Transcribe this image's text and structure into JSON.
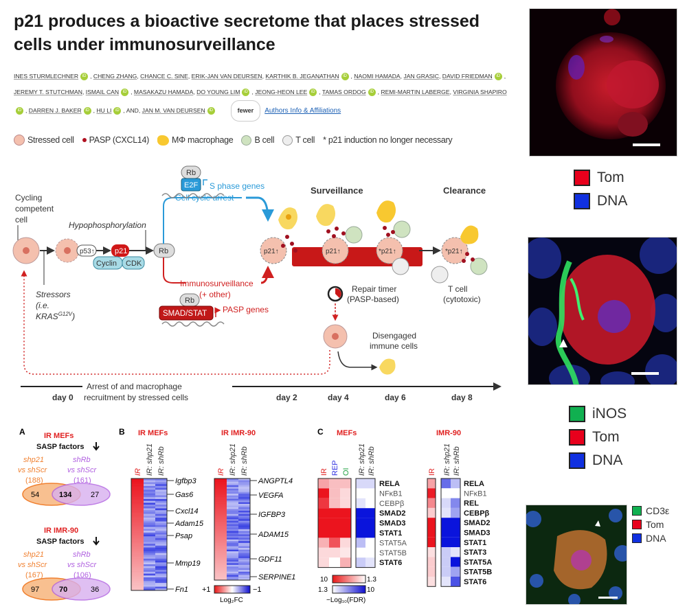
{
  "article": {
    "title": "p21 produces a bioactive secretome that places stressed cells under immunosurveillance",
    "authors_line1": [
      "INES STURMLECHNER",
      "CHENG ZHANG",
      "CHANCE C. SINE",
      "ERIK-JAN VAN DEURSEN",
      "KARTHIK B. JEGANATHAN",
      "NAOMI HAMADA",
      "JAN GRASIC",
      "DAVID FRIEDMAN"
    ],
    "authors_line2": [
      "JEREMY T. STUTCHMAN",
      "ISMAIL CAN",
      "MASAKAZU HAMADA",
      "DO YOUNG LIM",
      "JEONG-HEON LEE",
      "TAMAS ORDOG",
      "REMI-MARTIN LABERGE",
      "VIRGINIA SHAPIRO"
    ],
    "authors_line3": [
      "DARREN J. BAKER",
      "HU LI",
      "AND",
      "JAN M. VAN DEURSEN"
    ],
    "fewer_label": "fewer",
    "affiliations_link": "Authors Info & Affiliations"
  },
  "legend": {
    "stressed": "Stressed cell",
    "pasp": "PASP (CXCL14)",
    "macrophage": "MΦ macrophage",
    "bcell": "B cell",
    "tcell": "T cell",
    "note": "* p21 induction no longer necessary"
  },
  "diagram": {
    "cycling": [
      "Cycling",
      "competent",
      "cell"
    ],
    "stressors": [
      "Stressors",
      "(i.e.",
      "KRAS"
    ],
    "kras_sup": "G12V",
    "kras_close": ")",
    "hypo": "Hypophosphorylation",
    "p53": "p53↑",
    "p21": "p21",
    "cyclin": "Cyclin",
    "cdk": "CDK",
    "rb": "Rb",
    "e2f": "E2F",
    "sphase": "S phase genes",
    "arrest": "Cell cycle arrest",
    "immuno": "Immunosurveillance",
    "other": "(+ other)",
    "smadstat": "SMAD/STAT",
    "pasp_genes": "PASP genes",
    "surveillance": "Surveillance",
    "clearance": "Clearance",
    "p21up": "p21↑",
    "p21star": "*p21↑",
    "repair": [
      "Repair timer",
      "(PASP-based)"
    ],
    "tcell": [
      "T cell",
      "(cytotoxic)"
    ],
    "disengaged": [
      "Disengaged",
      "immune cells"
    ],
    "timeline": [
      "Arrest of and macrophage",
      "recruitment by stressed cells"
    ],
    "days": [
      "day 0",
      "day 2",
      "day 4",
      "day 6",
      "day 8"
    ]
  },
  "panelA": {
    "label": "A",
    "groups": [
      {
        "title": "IR MEFs",
        "subtitle": "SASP factors",
        "left": [
          "shp21",
          "vs shScr",
          "(188)"
        ],
        "right": [
          "shRb",
          "vs shScr",
          "(161)"
        ],
        "only_left": "54",
        "both": "134",
        "only_right": "27"
      },
      {
        "title": "IR IMR-90",
        "subtitle": "SASP factors",
        "left": [
          "shp21",
          "vs shScr",
          "(167)"
        ],
        "right": [
          "shRb",
          "vs shScr",
          "(106)"
        ],
        "only_left": "97",
        "both": "70",
        "only_right": "36"
      }
    ]
  },
  "panelB": {
    "label": "B",
    "mefs": {
      "title": "IR MEFs",
      "cols": [
        "IR",
        "IR: shp21",
        "IR: shRb"
      ],
      "genes": [
        "Igfbp3",
        "Gas6",
        "Cxcl14",
        "Adam15",
        "Psap",
        "Mmp19",
        "Fn1"
      ]
    },
    "imr": {
      "title": "IR IMR-90",
      "cols": [
        "IR",
        "IR: shp21",
        "IR: shRb"
      ],
      "genes": [
        "ANGPTL4",
        "VEGFA",
        "IGFBP3",
        "ADAM15",
        "GDF11",
        "SERPINE1"
      ]
    },
    "scale": {
      "max": "+1",
      "min": "−1",
      "label": "Log₂FC"
    }
  },
  "panelC": {
    "label": "C",
    "mefs": {
      "title": "MEFs",
      "cols_a": [
        "IR",
        "REP",
        "OI"
      ],
      "cols_b": [
        "IR: shp21",
        "IR: shRb"
      ],
      "rows": [
        {
          "gene": "RELA",
          "bold": true,
          "a": [
            4,
            3,
            3
          ],
          "b": [
            -2,
            -2
          ]
        },
        {
          "gene": "NFκB1",
          "bold": false,
          "a": [
            10,
            3,
            2
          ],
          "b": [
            0,
            0
          ]
        },
        {
          "gene": "CEBPβ",
          "bold": false,
          "a": [
            8,
            3,
            2
          ],
          "b": [
            -1.6,
            0
          ]
        },
        {
          "gene": "SMAD2",
          "bold": true,
          "a": [
            10,
            10,
            10
          ],
          "b": [
            -10,
            -10
          ]
        },
        {
          "gene": "SMAD3",
          "bold": true,
          "a": [
            10,
            10,
            10
          ],
          "b": [
            -10,
            -10
          ]
        },
        {
          "gene": "STAT1",
          "bold": true,
          "a": [
            10,
            10,
            10
          ],
          "b": [
            -10,
            -10
          ]
        },
        {
          "gene": "STAT5A",
          "bold": false,
          "a": [
            3.5,
            7,
            2
          ],
          "b": [
            -3,
            0
          ]
        },
        {
          "gene": "STAT5B",
          "bold": false,
          "a": [
            2,
            2,
            1.5
          ],
          "b": [
            0,
            0
          ]
        },
        {
          "gene": "STAT6",
          "bold": true,
          "a": [
            2,
            0,
            3.5
          ],
          "b": [
            -2.5,
            -1.6
          ]
        }
      ]
    },
    "imr": {
      "title": "IMR-90",
      "cols_a": [
        "IR"
      ],
      "cols_b": [
        "IR: shp21",
        "IR: shRb"
      ],
      "rows": [
        {
          "gene": "RELA",
          "bold": true,
          "a": [
            4
          ],
          "b": [
            -6,
            -3
          ]
        },
        {
          "gene": "NFκB1",
          "bold": false,
          "a": [
            9
          ],
          "b": [
            0,
            0
          ]
        },
        {
          "gene": "REL",
          "bold": true,
          "a": [
            5
          ],
          "b": [
            -2,
            -5
          ]
        },
        {
          "gene": "CEBPβ",
          "bold": true,
          "a": [
            2.5
          ],
          "b": [
            -1.6,
            -4
          ]
        },
        {
          "gene": "SMAD2",
          "bold": true,
          "a": [
            10
          ],
          "b": [
            -10,
            -10
          ]
        },
        {
          "gene": "SMAD3",
          "bold": true,
          "a": [
            10
          ],
          "b": [
            -10,
            -10
          ]
        },
        {
          "gene": "STAT1",
          "bold": true,
          "a": [
            10
          ],
          "b": [
            -10,
            -10
          ]
        },
        {
          "gene": "STAT3",
          "bold": true,
          "a": [
            1.8
          ],
          "b": [
            -2.5,
            -1.6
          ]
        },
        {
          "gene": "STAT5A",
          "bold": true,
          "a": [
            2.5
          ],
          "b": [
            -2.5,
            -10
          ]
        },
        {
          "gene": "STAT5B",
          "bold": true,
          "a": [
            2.5
          ],
          "b": [
            -2.5,
            -4
          ]
        },
        {
          "gene": "STAT6",
          "bold": true,
          "a": [
            1.8
          ],
          "b": [
            -1.6,
            -7
          ]
        }
      ]
    },
    "scale": {
      "red_left": "10",
      "red_right": "1.3",
      "blue_left": "1.3",
      "blue_right": "10",
      "label": "−Log₁₀(FDR)"
    }
  },
  "micrographs": [
    {
      "legend": [
        "Tom",
        "DNA"
      ],
      "colors": [
        "#e8001c",
        "#1030e0"
      ]
    },
    {
      "legend": [
        "iNOS",
        "Tom",
        "DNA"
      ],
      "colors": [
        "#10b050",
        "#e8001c",
        "#1030e0"
      ]
    },
    {
      "legend": [
        "CD3ε",
        "Tom",
        "DNA"
      ],
      "colors": [
        "#10b050",
        "#e8001c",
        "#1030e0"
      ]
    }
  ]
}
